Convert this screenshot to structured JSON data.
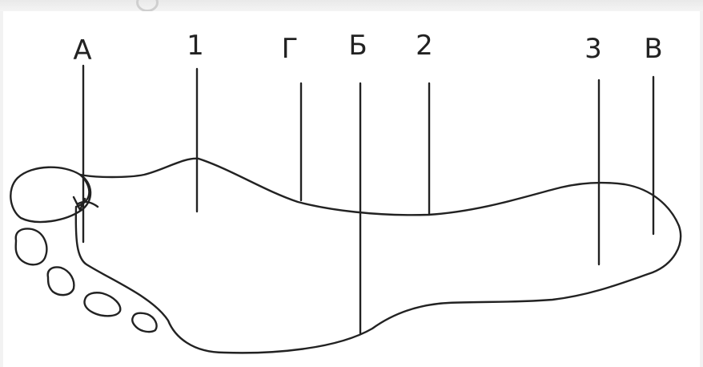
{
  "labels": {
    "a": "А",
    "one": "1",
    "g": "Г",
    "b": "Б",
    "two": "2",
    "three": "3",
    "v": "В"
  },
  "colors": {
    "ink": "#222222",
    "paper": "#ffffff",
    "background": "#f2f2f2"
  }
}
